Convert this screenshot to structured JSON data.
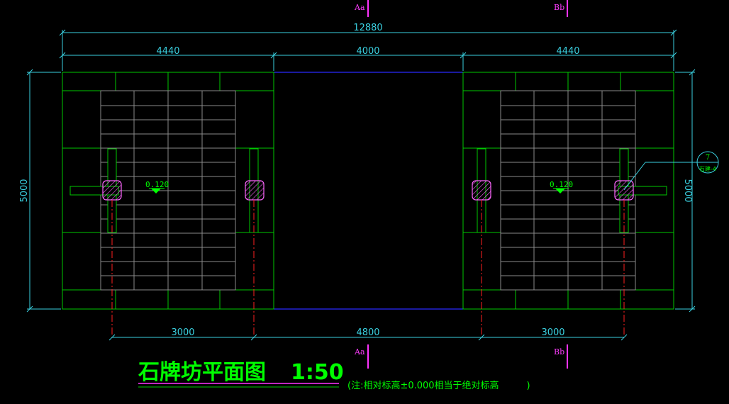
{
  "drawing": {
    "title": "石牌坊平面图",
    "scale": "1:50",
    "note": "(注:相对标高±0.000相当于绝对标高　　　)",
    "sections": {
      "top_left": "Aa",
      "top_right": "Bb",
      "bottom_left": "Aa",
      "bottom_right": "Bb"
    },
    "dimensions": {
      "overall_width": "12880",
      "left_bay": "4440",
      "middle_bay": "4000",
      "right_bay": "4440",
      "left_height": "5000",
      "right_height": "5000",
      "bottom_left": "3000",
      "bottom_middle": "4800",
      "bottom_right": "3000"
    },
    "levels": {
      "left": "0.120",
      "right": "0.120"
    },
    "detail_callout": {
      "number": "7",
      "sheet": "石建-4"
    }
  }
}
